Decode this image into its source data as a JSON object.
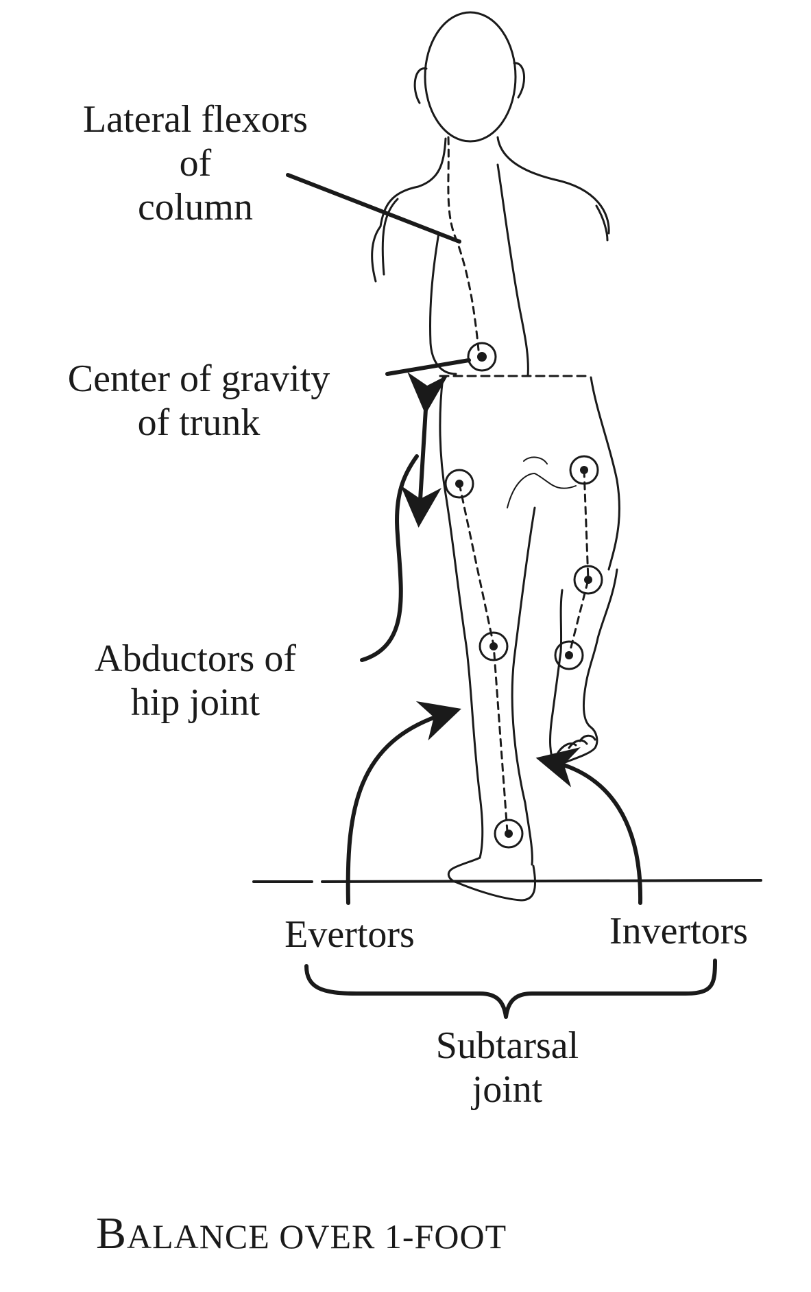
{
  "diagram": {
    "labels": {
      "lateral_flexors": [
        "Lateral flexors",
        "of",
        "column"
      ],
      "center_of_gravity": [
        "Center of gravity",
        "of trunk"
      ],
      "abductors": [
        "Abductors of",
        "hip joint"
      ],
      "evertors": "Evertors",
      "invertors": "Invertors",
      "subtarsal": [
        "Subtarsal",
        "joint"
      ]
    },
    "caption": {
      "initial": "B",
      "rest": "ALANCE OVER 1-FOOT"
    }
  }
}
